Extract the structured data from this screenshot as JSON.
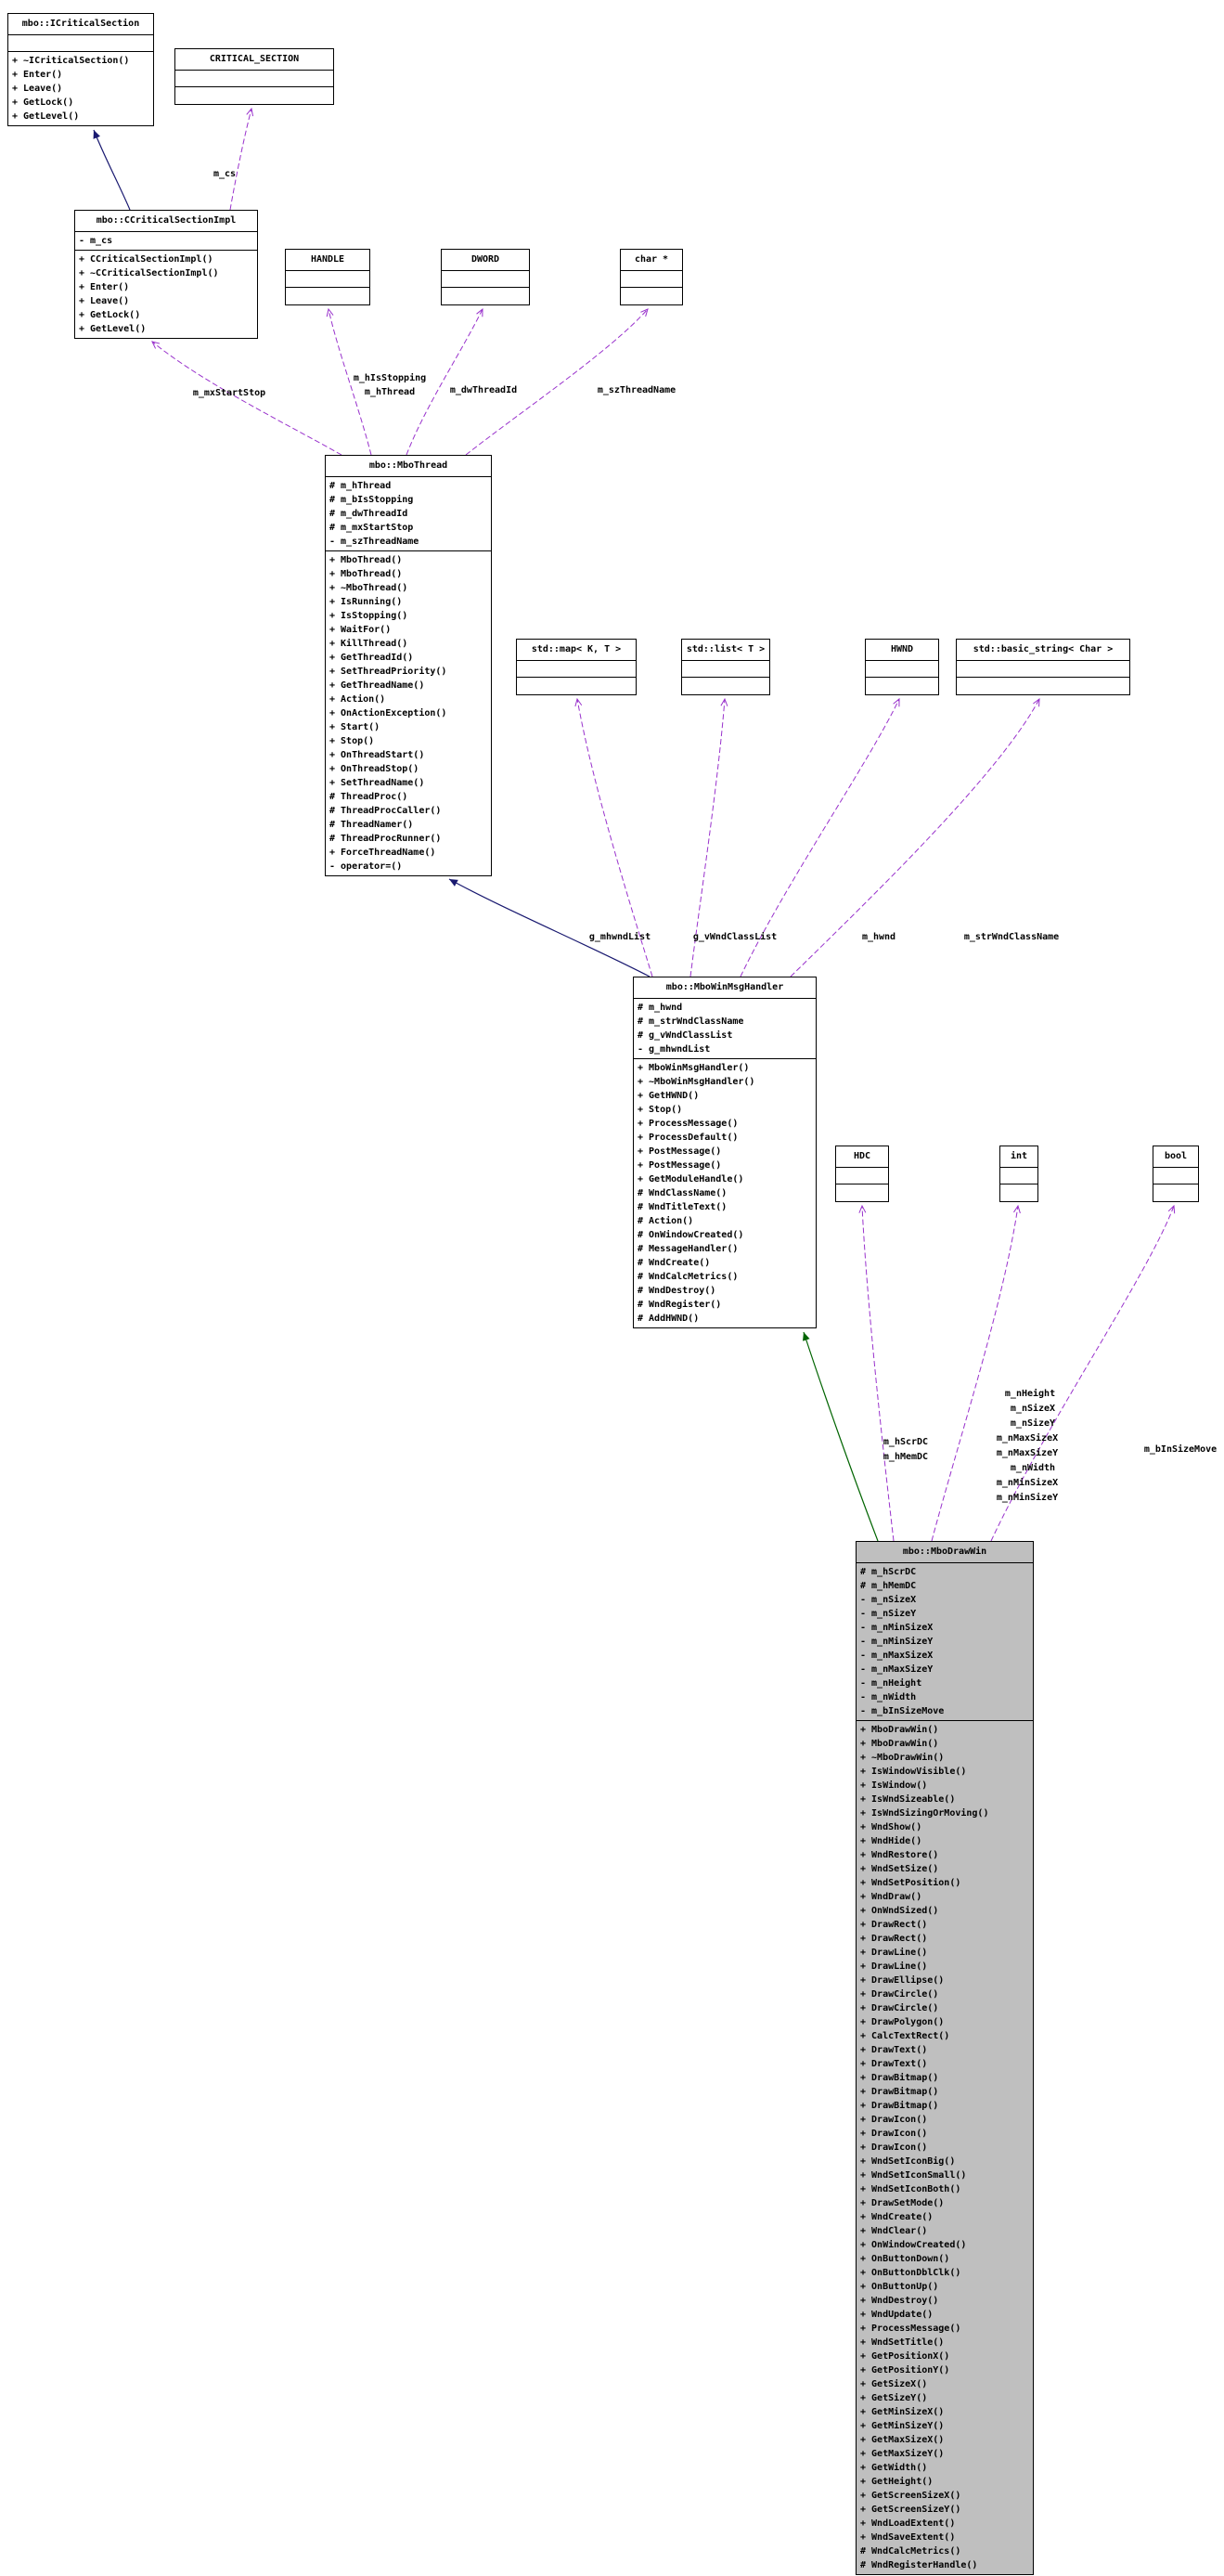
{
  "colors": {
    "inheritance_public": "#191970",
    "inheritance_protected": "#006400",
    "usage_dashed": "#9932cc",
    "node_border": "#000000",
    "node_fill": "#ffffff",
    "current_node_fill": "#bfbfbf"
  },
  "classes": {
    "icriticalsection": {
      "title": "mbo::ICriticalSection",
      "attributes": [],
      "methods": [
        "+ ~ICriticalSection()",
        "+ Enter()",
        "+ Leave()",
        "+ GetLock()",
        "+ GetLevel()"
      ]
    },
    "critical_section": {
      "title": "CRITICAL_SECTION",
      "attributes": [],
      "methods": []
    },
    "ccriticalsectionimpl": {
      "title": "mbo::CCriticalSectionImpl",
      "attributes": [
        "- m_cs"
      ],
      "methods": [
        "+ CCriticalSectionImpl()",
        "+ ~CCriticalSectionImpl()",
        "+ Enter()",
        "+ Leave()",
        "+ GetLock()",
        "+ GetLevel()"
      ]
    },
    "handle": {
      "title": "HANDLE",
      "attributes": [],
      "methods": []
    },
    "dword": {
      "title": "DWORD",
      "attributes": [],
      "methods": []
    },
    "char_ptr": {
      "title": "char *",
      "attributes": [],
      "methods": []
    },
    "mbothread": {
      "title": "mbo::MboThread",
      "attributes": [
        "# m_hThread",
        "# m_bIsStopping",
        "# m_dwThreadId",
        "# m_mxStartStop",
        "- m_szThreadName"
      ],
      "methods": [
        "+ MboThread()",
        "+ MboThread()",
        "+ ~MboThread()",
        "+ IsRunning()",
        "+ IsStopping()",
        "+ WaitFor()",
        "+ KillThread()",
        "+ GetThreadId()",
        "+ SetThreadPriority()",
        "+ GetThreadName()",
        "+ Action()",
        "+ OnActionException()",
        "+ Start()",
        "+ Stop()",
        "+ OnThreadStart()",
        "+ OnThreadStop()",
        "+ SetThreadName()",
        "# ThreadProc()",
        "# ThreadProcCaller()",
        "# ThreadNamer()",
        "# ThreadProcRunner()",
        "+ ForceThreadName()",
        "- operator=()"
      ]
    },
    "std_map": {
      "title": "std::map< K, T >",
      "attributes": [],
      "methods": []
    },
    "std_list": {
      "title": "std::list< T >",
      "attributes": [],
      "methods": []
    },
    "hwnd": {
      "title": "HWND",
      "attributes": [],
      "methods": []
    },
    "std_basic_string": {
      "title": "std::basic_string< Char >",
      "attributes": [],
      "methods": []
    },
    "mbowinmsghandler": {
      "title": "mbo::MboWinMsgHandler",
      "attributes": [
        "# m_hwnd",
        "# m_strWndClassName",
        "# g_vWndClassList",
        "- g_mhwndList"
      ],
      "methods": [
        "+ MboWinMsgHandler()",
        "+ ~MboWinMsgHandler()",
        "+ GetHWND()",
        "+ Stop()",
        "+ ProcessMessage()",
        "+ ProcessDefault()",
        "+ PostMessage()",
        "+ PostMessage()",
        "+ GetModuleHandle()",
        "# WndClassName()",
        "# WndTitleText()",
        "# Action()",
        "# OnWindowCreated()",
        "# MessageHandler()",
        "# WndCreate()",
        "# WndCalcMetrics()",
        "# WndDestroy()",
        "# WndRegister()",
        "# AddHWND()"
      ]
    },
    "hdc": {
      "title": "HDC",
      "attributes": [],
      "methods": []
    },
    "int": {
      "title": "int",
      "attributes": [],
      "methods": []
    },
    "bool": {
      "title": "bool",
      "attributes": [],
      "methods": []
    },
    "mbodrawwin": {
      "title": "mbo::MboDrawWin",
      "attributes": [
        "# m_hScrDC",
        "# m_hMemDC",
        "- m_nSizeX",
        "- m_nSizeY",
        "- m_nMinSizeX",
        "- m_nMinSizeY",
        "- m_nMaxSizeX",
        "- m_nMaxSizeY",
        "- m_nHeight",
        "- m_nWidth",
        "- m_bInSizeMove"
      ],
      "methods": [
        "+ MboDrawWin()",
        "+ MboDrawWin()",
        "+ ~MboDrawWin()",
        "+ IsWindowVisible()",
        "+ IsWindow()",
        "+ IsWndSizeable()",
        "+ IsWndSizingOrMoving()",
        "+ WndShow()",
        "+ WndHide()",
        "+ WndRestore()",
        "+ WndSetSize()",
        "+ WndSetPosition()",
        "+ WndDraw()",
        "+ OnWndSized()",
        "+ DrawRect()",
        "+ DrawRect()",
        "+ DrawLine()",
        "+ DrawLine()",
        "+ DrawEllipse()",
        "+ DrawCircle()",
        "+ DrawCircle()",
        "+ DrawPolygon()",
        "+ CalcTextRect()",
        "+ DrawText()",
        "+ DrawText()",
        "+ DrawBitmap()",
        "+ DrawBitmap()",
        "+ DrawBitmap()",
        "+ DrawIcon()",
        "+ DrawIcon()",
        "+ DrawIcon()",
        "+ WndSetIconBig()",
        "+ WndSetIconSmall()",
        "+ WndSetIconBoth()",
        "+ DrawSetMode()",
        "+ WndCreate()",
        "+ WndClear()",
        "+ OnWindowCreated()",
        "+ OnButtonDown()",
        "+ OnButtonDblClk()",
        "+ OnButtonUp()",
        "+ WndDestroy()",
        "+ WndUpdate()",
        "+ ProcessMessage()",
        "+ WndSetTitle()",
        "+ GetPositionX()",
        "+ GetPositionY()",
        "+ GetSizeX()",
        "+ GetSizeY()",
        "+ GetMinSizeX()",
        "+ GetMinSizeY()",
        "+ GetMaxSizeX()",
        "+ GetMaxSizeY()",
        "+ GetWidth()",
        "+ GetHeight()",
        "+ GetScreenSizeX()",
        "+ GetScreenSizeY()",
        "+ WndLoadExtent()",
        "+ WndSaveExtent()",
        "# WndCalcMetrics()",
        "# WndRegisterHandle()"
      ]
    }
  },
  "edge_labels": [
    "m_cs",
    "m_mxStartStop",
    "m_hIsStopping",
    "m_hThread",
    "m_dwThreadId",
    "m_szThreadName",
    "g_mhwndList",
    "g_vWndClassList",
    "m_hwnd",
    "m_strWndClassName",
    "m_hScrDC",
    "m_hMemDC",
    "m_nHeight",
    "m_nSizeX",
    "m_nSizeY",
    "m_nMaxSizeX",
    "m_nMaxSizeY",
    "m_nWidth",
    "m_nMinSizeX",
    "m_nMinSizeY",
    "m_bInSizeMove"
  ]
}
